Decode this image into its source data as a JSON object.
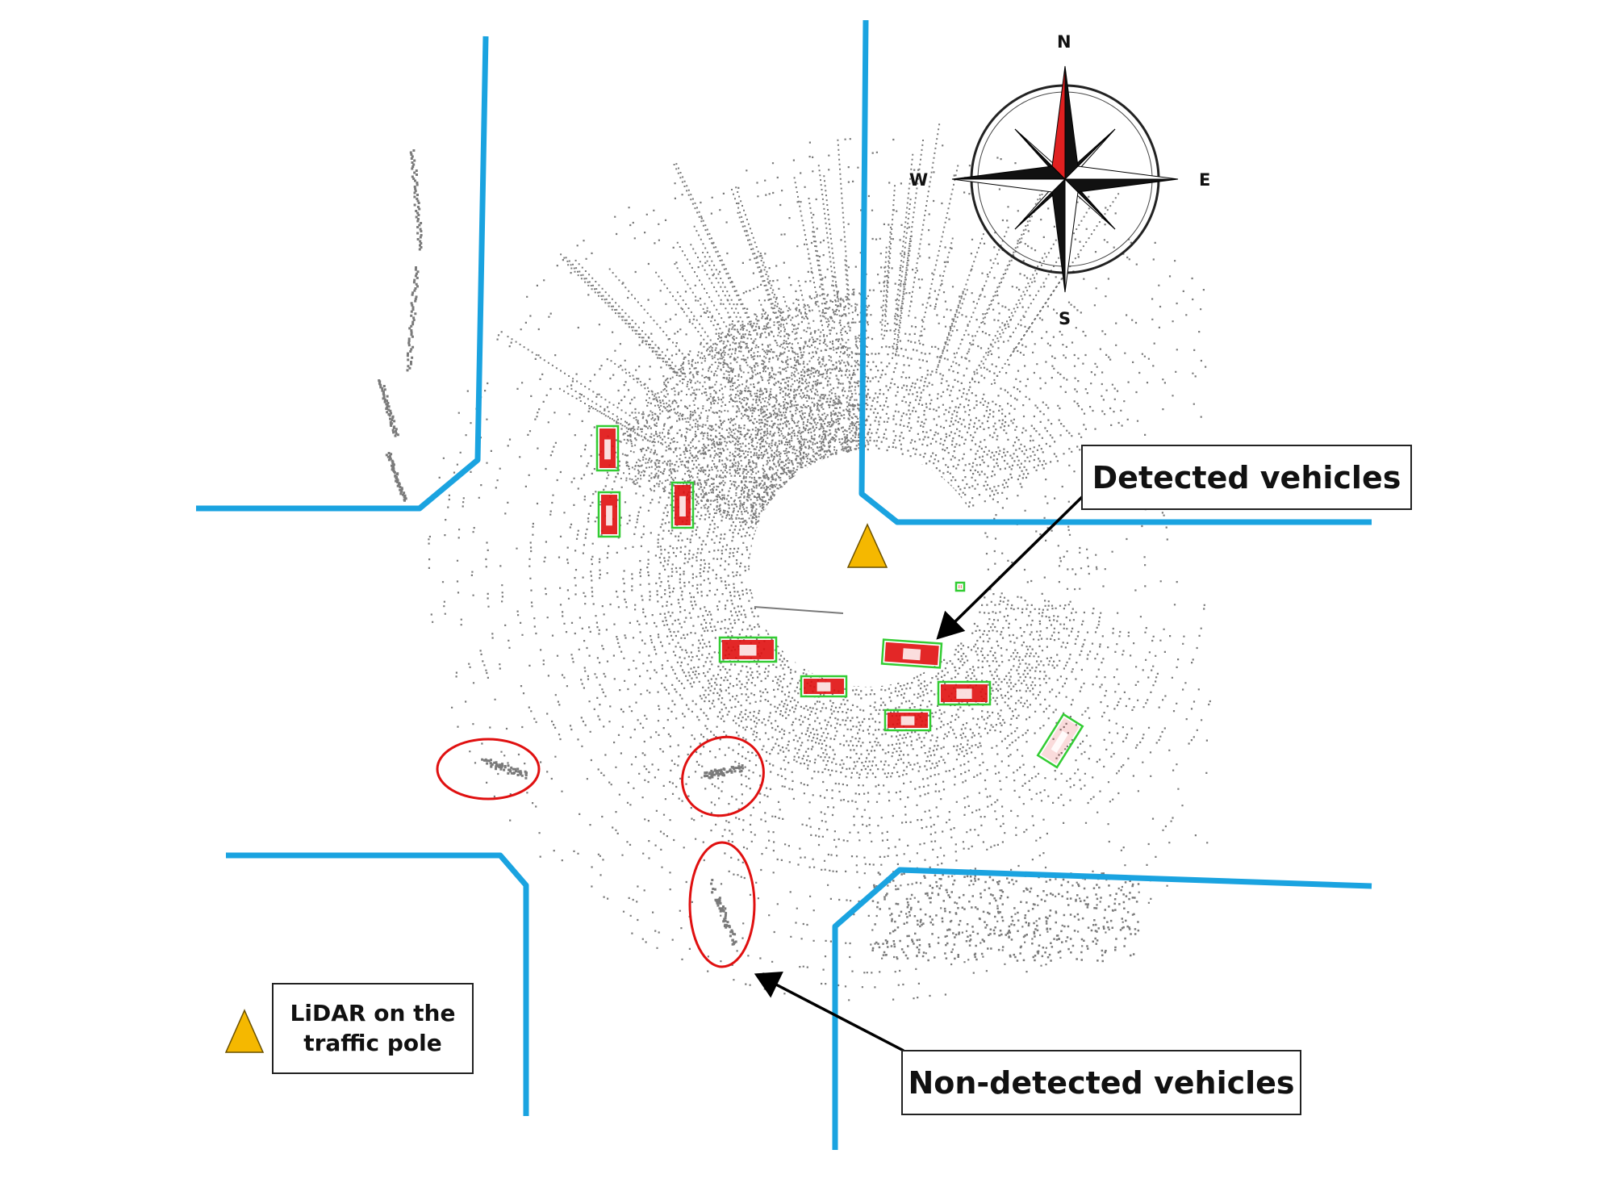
{
  "compass": {
    "north": "N",
    "south": "S",
    "east": "E",
    "west": "W",
    "north_color": "#e02020"
  },
  "labels": {
    "detected": "Detected vehicles",
    "non_detected": "Non-detected vehicles",
    "lidar_line1": "LiDAR on the",
    "lidar_line2": "traffic pole"
  },
  "colors": {
    "curb_lines": "#1aa3e0",
    "point_cloud": "#7a7a7a",
    "detection_box": "#33cc33",
    "vehicle_points": "#e01010",
    "missed_ellipse": "#e01010",
    "lidar_marker": "#f5b800"
  },
  "icons": {
    "lidar_marker": "triangle-icon",
    "compass": "compass-rose-icon"
  }
}
